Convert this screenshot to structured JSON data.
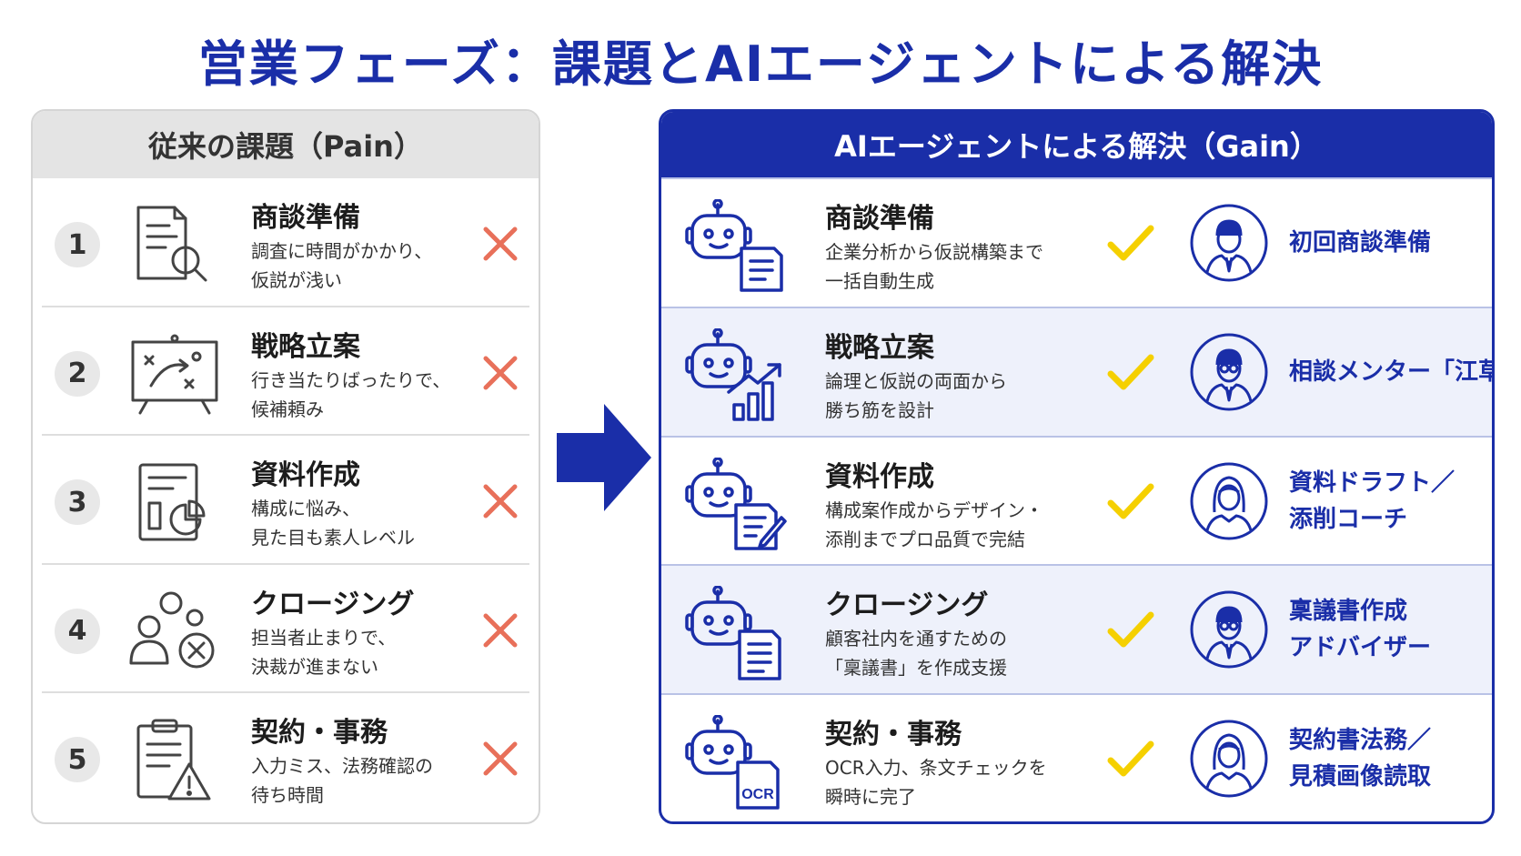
{
  "title": "営業フェーズ：課題とAIエージェントによる解決",
  "pain": {
    "header": "従来の課題（Pain）",
    "rows": [
      {
        "num": "1",
        "title": "商談準備",
        "desc1": "調査に時間がかかり、",
        "desc2": "仮説が浅い",
        "icon": "document-search-icon"
      },
      {
        "num": "2",
        "title": "戦略立案",
        "desc1": "行き当たりばったりで、",
        "desc2": "候補頼み",
        "icon": "strategy-board-icon"
      },
      {
        "num": "3",
        "title": "資料作成",
        "desc1": "構成に悩み、",
        "desc2": "見た目も素人レベル",
        "icon": "report-chart-icon"
      },
      {
        "num": "4",
        "title": "クロージング",
        "desc1": "担当者止まりで、",
        "desc2": "決裁が進まない",
        "icon": "people-blocked-icon"
      },
      {
        "num": "5",
        "title": "契約・事務",
        "desc1": "入力ミス、法務確認の",
        "desc2": "待ち時間",
        "icon": "clipboard-warning-icon"
      }
    ]
  },
  "gain": {
    "header": "AIエージェントによる解決（Gain）",
    "rows": [
      {
        "title": "商談準備",
        "desc1": "企業分析から仮説構築まで",
        "desc2": "一括自動生成",
        "agent1": "初回商談準備",
        "agent2": "",
        "robot": "robot-document-icon",
        "avatar": "male-agent-icon"
      },
      {
        "title": "戦略立案",
        "desc1": "論理と仮説の両面から",
        "desc2": "勝ち筋を設計",
        "agent1": "相談メンター「江草」",
        "agent2": "",
        "robot": "robot-chart-icon",
        "avatar": "male-glasses-agent-icon"
      },
      {
        "title": "資料作成",
        "desc1": "構成案作成からデザイン・",
        "desc2": "添削までプロ品質で完結",
        "agent1": "資料ドラフト／",
        "agent2": "添削コーチ",
        "robot": "robot-pen-icon",
        "avatar": "female-agent-icon"
      },
      {
        "title": "クロージング",
        "desc1": "顧客社内を通すための",
        "desc2": "「稟議書」を作成支援",
        "agent1": "稟議書作成",
        "agent2": "アドバイザー",
        "robot": "robot-document-icon",
        "avatar": "male-glasses-agent-icon"
      },
      {
        "title": "契約・事務",
        "desc1": "OCR入力、条文チェックを",
        "desc2": "瞬時に完了",
        "agent1": "契約書法務／",
        "agent2": "見積画像読取",
        "robot": "robot-ocr-icon",
        "avatar": "female-agent-icon",
        "ocr_label": "OCR"
      }
    ]
  },
  "colors": {
    "brand": "#1a2ea8",
    "cross": "#e8705a",
    "check": "#f5d000"
  }
}
